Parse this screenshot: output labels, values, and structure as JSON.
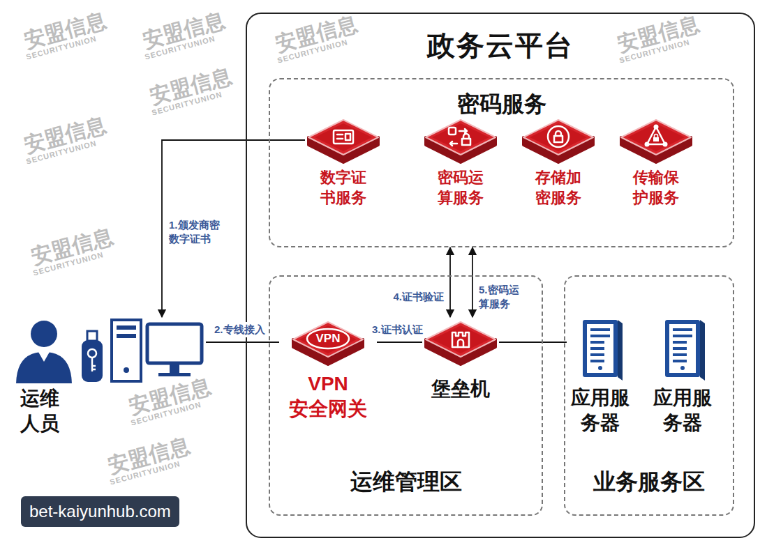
{
  "diagram": {
    "title": "政务云平台",
    "nodes": [
      {
        "text": [
          "政务云平台"
        ]
      },
      {
        "text": [
          "密码服务"
        ],
        "in": 0
      },
      {
        "text": [
          "数字证 书服务"
        ],
        "in": 1
      },
      {
        "text": [
          "密码运 算服务"
        ],
        "in": 1
      },
      {
        "text": [
          "存储加 密服务"
        ],
        "in": 1
      },
      {
        "text": [
          "传输保 护服务"
        ],
        "in": 1
      },
      {
        "text": [
          "运维管理区"
        ],
        "in": 0
      },
      {
        "text": [
          "VPN",
          "VPN 安全网关"
        ],
        "in": 6
      },
      {
        "text": [
          "堡垒机"
        ],
        "in": 6
      },
      {
        "text": [
          "业务服务区"
        ],
        "in": 0
      },
      {
        "text": [
          "应用服 务器"
        ],
        "in": 9
      },
      {
        "text": [
          "应用服 务器"
        ],
        "in": 9
      },
      {
        "text": [
          "运维 人员"
        ]
      }
    ],
    "edges": [
      {
        "from": 2,
        "to": 12,
        "arrow": "to",
        "label": "1.颁发商密 数字证书"
      },
      {
        "from": 12,
        "to": 7,
        "arrow": "none",
        "label": "2.专线接入"
      },
      {
        "from": 7,
        "to": 8,
        "arrow": "none",
        "label": "3.证书认证"
      },
      {
        "from": 1,
        "to": 8,
        "arrow": "both",
        "label": "4.证书验证"
      },
      {
        "from": 1,
        "to": 8,
        "arrow": "both",
        "label": "5.密码运 算服务"
      },
      {
        "from": 8,
        "to": 10,
        "arrow": "none"
      }
    ],
    "labels": [
      "安盟信息",
      "SECURITYUNION",
      "安盟信息",
      "SECURITYUNION",
      "安盟信息",
      "SECURITYUNION",
      "安盟信息",
      "SECURITYUNION",
      "安盟信息",
      "SECURITYUNION",
      "安盟信息",
      "SECURITYUNION",
      "安盟信息",
      "SECURITYUNION",
      "安盟信息",
      "SECURITYUNION",
      "安盟信息",
      "SECURITYUNION",
      "bet-kaiyunhub.com"
    ]
  }
}
